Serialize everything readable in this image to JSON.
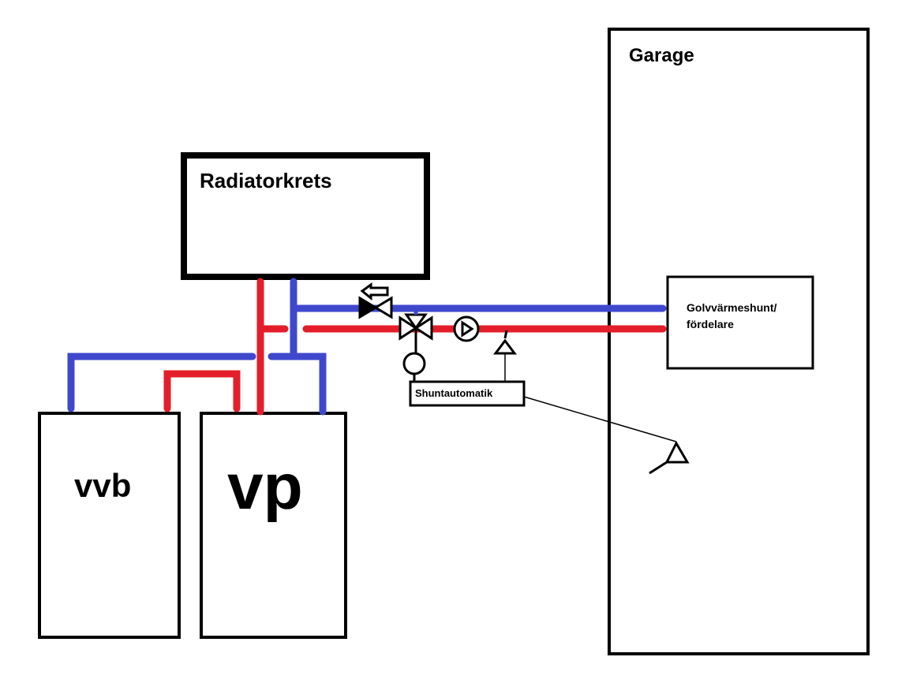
{
  "diagram": {
    "title": "Heating system schematic",
    "colors": {
      "supply_hot": "#e31e2a",
      "return_cold": "#3f48cc",
      "outline": "#000000",
      "background": "#ffffff"
    },
    "components": {
      "garage": {
        "label": "Garage"
      },
      "radiator_circuit": {
        "label": "Radiatorkrets"
      },
      "floor_heating_unit": {
        "label_line1": "Golvvärmeshunt/",
        "label_line2": "fördelare"
      },
      "water_heater": {
        "label": "vvb"
      },
      "heat_pump": {
        "label": "vp"
      },
      "shunt_controller": {
        "label": "Shuntautomatik"
      }
    },
    "symbols": [
      {
        "name": "check-valve",
        "description": "non-return valve on return line with flow arrow pointing left"
      },
      {
        "name": "three-way-mixing-valve",
        "description": "shunt valve with actuator motor"
      },
      {
        "name": "circulation-pump",
        "description": "pump on supply line"
      },
      {
        "name": "supply-temp-sensor",
        "description": "sensor on supply line"
      },
      {
        "name": "outdoor-temp-sensor",
        "description": "outdoor sensor wired to Shuntautomatik"
      }
    ],
    "pipes": [
      {
        "type": "supply",
        "from": "vp",
        "to": "Radiatorkrets"
      },
      {
        "type": "return",
        "from": "Radiatorkrets",
        "to": "vp"
      },
      {
        "type": "supply",
        "from": "vp",
        "to": "vvb"
      },
      {
        "type": "return",
        "from": "vvb",
        "to": "vp"
      },
      {
        "type": "supply",
        "from": "vp",
        "to": "Golvvärmeshunt/fördelare"
      },
      {
        "type": "return",
        "from": "Golvvärmeshunt/fördelare",
        "to": "vp"
      }
    ]
  }
}
